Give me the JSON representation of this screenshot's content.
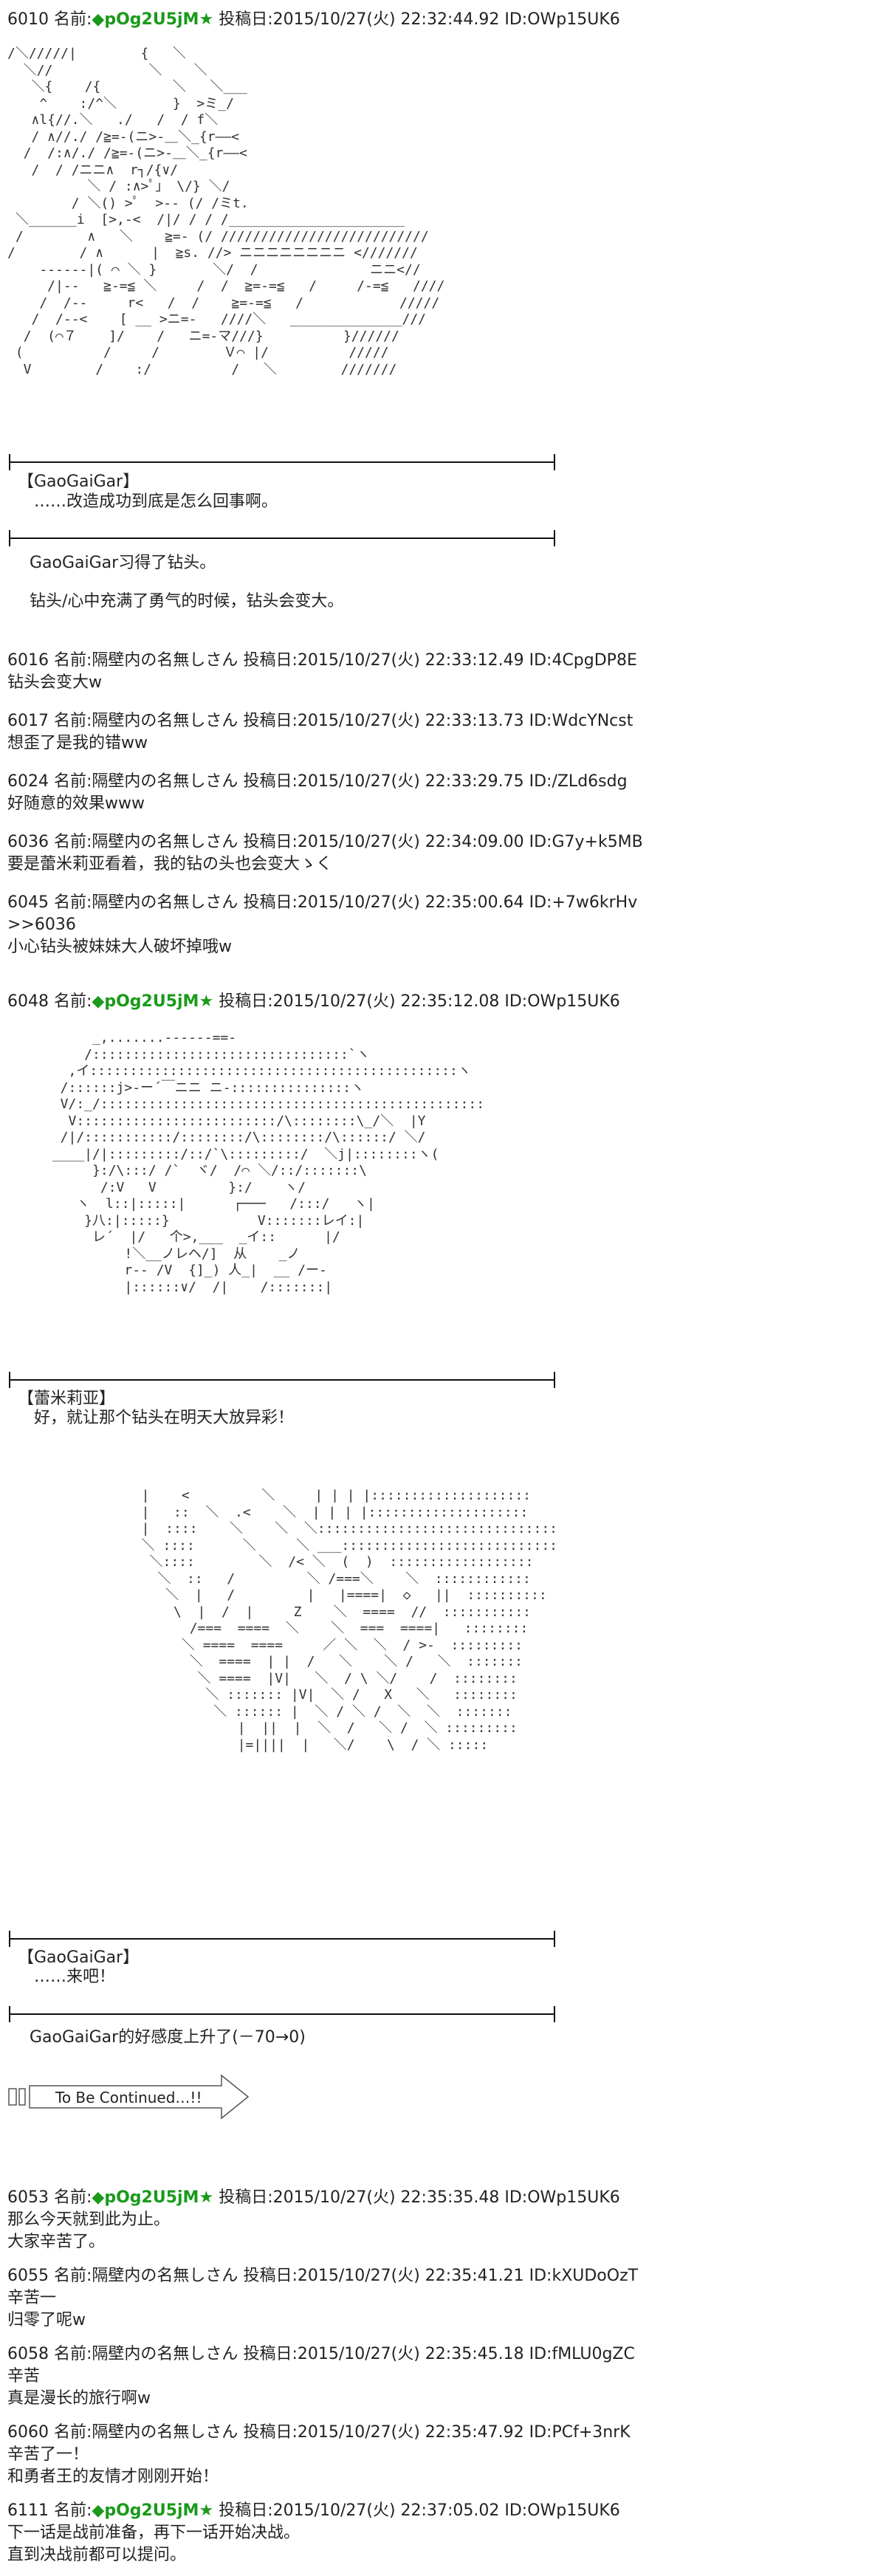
{
  "posts": [
    {
      "num": "6010",
      "name_label": "名前:",
      "name": "◆pOg2U5jM★",
      "date_label": "投稿日:2015/10/27(火) 22:32:44.92",
      "id": "ID:OWp15UK6",
      "body": ""
    },
    {
      "num": "6016",
      "name_label": "名前:",
      "name": "隔壁内の名無しさん",
      "date_label": "投稿日:2015/10/27(火) 22:33:12.49",
      "id": "ID:4CpgDP8E",
      "body": "钻头会变大w"
    },
    {
      "num": "6017",
      "name_label": "名前:",
      "name": "隔壁内の名無しさん",
      "date_label": "投稿日:2015/10/27(火) 22:33:13.73",
      "id": "ID:WdcYNcst",
      "body": "想歪了是我的错ww"
    },
    {
      "num": "6024",
      "name_label": "名前:",
      "name": "隔壁内の名無しさん",
      "date_label": "投稿日:2015/10/27(火) 22:33:29.75",
      "id": "ID:/ZLd6sdg",
      "body": "好随意的效果www"
    },
    {
      "num": "6036",
      "name_label": "名前:",
      "name": "隔壁内の名無しさん",
      "date_label": "投稿日:2015/10/27(火) 22:34:09.00",
      "id": "ID:G7y+k5MB",
      "body": "要是蕾米莉亚看着，我的钻の头也会变大ゝく"
    },
    {
      "num": "6045",
      "name_label": "名前:",
      "name": "隔壁内の名無しさん",
      "date_label": "投稿日:2015/10/27(火) 22:35:00.64",
      "id": "ID:+7w6krHv",
      "body": ">>6036\n小心钻头被妹妹大人破坏掉哦w"
    },
    {
      "num": "6048",
      "name_label": "名前:",
      "name": "◆pOg2U5jM★",
      "date_label": "投稿日:2015/10/27(火) 22:35:12.08",
      "id": "ID:OWp15UK6",
      "body": ""
    },
    {
      "num": "6053",
      "name_label": "名前:",
      "name": "◆pOg2U5jM★",
      "date_label": "投稿日:2015/10/27(火) 22:35:35.48",
      "id": "ID:OWp15UK6",
      "body": "那么今天就到此为止。\n大家辛苦了。"
    },
    {
      "num": "6055",
      "name_label": "名前:",
      "name": "隔壁内の名無しさん",
      "date_label": "投稿日:2015/10/27(火) 22:35:41.21",
      "id": "ID:kXUDoOzT",
      "body": "辛苦一\n归零了呢w"
    },
    {
      "num": "6058",
      "name_label": "名前:",
      "name": "隔壁内の名無しさん",
      "date_label": "投稿日:2015/10/27(火) 22:35:45.18",
      "id": "ID:fMLU0gZC",
      "body": "辛苦\n真是漫长的旅行啊w"
    },
    {
      "num": "6060",
      "name_label": "名前:",
      "name": "隔壁内の名無しさん",
      "date_label": "投稿日:2015/10/27(火) 22:35:47.92",
      "id": "ID:PCf+3nrK",
      "body": "辛苦了一！\n和勇者王的友情才刚刚开始！"
    },
    {
      "num": "6111",
      "name_label": "名前:",
      "name": "◆pOg2U5jM★",
      "date_label": "投稿日:2015/10/27(火) 22:37:05.02",
      "id": "ID:OWp15UK6",
      "body": "下一话是战前准备，再下一话开始决战。\n直到决战前都可以提问。"
    }
  ],
  "scene": {
    "speaker1": "【GaoGaiGar】",
    "line1": "　……改造成功到底是怎么回事啊。",
    "narr1": "GaoGaiGar习得了钻头。",
    "narr2": "钻头/心中充满了勇气的时候，钻头会变大。",
    "speaker2": "【蕾米莉亚】",
    "line2": "　好，就让那个钻头在明天大放异彩！",
    "speaker3": "【GaoGaiGar】",
    "line3": "　……来吧！",
    "narr3": "GaoGaiGar的好感度上升了(－70→0)",
    "tbc": "To Be Continued…!!"
  },
  "ascii_art": {
    "robot": "/＼/////|        {   ＼\n  ＼//            ＼    ＼\n   ＼{    /{         ＼   ＼___\n    ^    :/^＼       }  >ミ_/\n   ∧l{//.＼   ./   /  / f＼\n   / ∧//./ /≧=-(ニ>-＿＼_{r――<\n  /  /:∧/./ /≧=-(ニ>-＿＼_{r――<\n   /  / /ニニ∧  r┐/{∨/\n          ＼ / :∧>ﾟ」 \\/} ＼/\n        / ＼() >ﾟ  >-- (/ /ミt.\n ＼______i  [>,-<  /|/ / / /______________________\n /        ∧   ＼    ≧=- (/ //////////////////////////\n/        / ∧      |  ≧s. //> ニニニニニニニニ <///////\n    ------|( ⌒ ＼ }       ＼/  /              ニニ<//\n     /|--   ≧-=≦ ＼     /  /  ≧=-=≦   /     /-=≦   ////\n    /  /--     r<   /  /    ≧=-=≦   /            /////\n   /  /--<    [ __ >ニ=-   ////＼   ______________///\n  /  (⌒７    ]/    /   ニ=-マ///}          }//////\n (          /     /        Ｖ⌒ |/          /////\n  V        /    :/          /   ＼        ///////",
    "remilia": "      _,.......----‐‐==-\n     /::::::::::::::::::::::::::::::::`ヽ\n   ,イ::::::::::::::::::::::::::::::::::::::::::::::ヽ\n  /::::::j>-ー´￣ニニ ニ-:::::::::::::::ヽ\n  V/:_/::::::::::::::::::::::::::::::::::::::::::::::::\n   V:::::::::::::::::::::::::/\\::::::::\\_/＼  |Y\n  /|/:::::::::::/::::::::/\\::::::::/\\::::::/ ＼/\n ____|/|:::::::::/::/`\\:::::::::/  ＼j|::::::::ヽ(\n      }:/\\:::/ /`  ヾ/  /⌒ ＼/::/:::::::\\\n       /:V   V         }:/    ヽ/\n    ヽ  l::|:::::|      ┌───   /:::/   ヽ|\n     }八:|:::::}           V:::::::レイ:|\n      レ´  |/   个>,___  _イ::      |/\n          !＼__ノレヘ/]  从    _ノ\n          r-- /V  {]_) 人_|  __ /ー-\n          |::::::∨/  /|    /:::::::|",
    "gaogaigar": "  |    <         ＼     | | | |::::::::::::::::::::\n  |   ::  ＼  .<    ＼  | | | |::::::::::::::::::::\n  |  ::::    ＼    ＼  ＼::::::::::::::::::::::::::::::\n  ＼ ::::      ＼     ＼ ___:::::::::::::::::::::::::::\n   ＼::::        ＼  /< ＼  (  )  ::::::::::::::::::\n    ＼  ::   /         ＼ /===＼    ＼  ::::::::::::\n     ＼  |   /         |   |====|  ◇   ||  ::::::::::\n      \\  |  /  |     Z    ＼  ====  //  :::::::::::\n        /===  ====  ＼    ＼  ===  ====|   ::::::::\n       ＼ ====  ====     ／ ＼  ＼  / >-  :::::::::\n        ＼  ====  | |  /   ＼    ＼ /   ＼  :::::::\n         ＼ ====  |V|   ＼  / \\ ＼/    /  ::::::::\n          ＼ ::::::: |V|  ＼ /   X   ＼   ::::::::\n           ＼ :::::: |  ＼ / ＼ /  ＼  ＼  :::::::\n              |  ||  |  ＼  /   ＼ /  ＼ :::::::::\n              |=||||  |   ＼/    \\  / ＼ :::::"
  }
}
